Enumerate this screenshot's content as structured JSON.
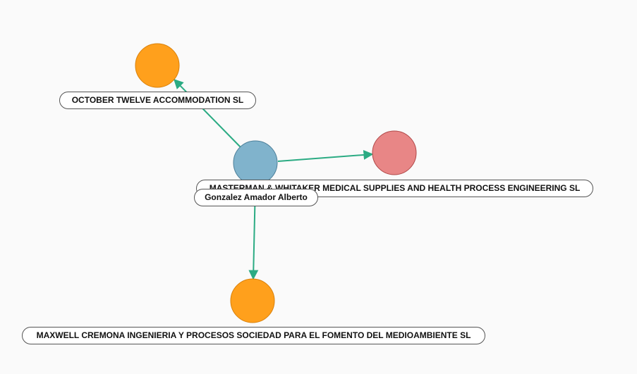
{
  "colors": {
    "edge": "#2bab83",
    "company_orange": "#ffa01c",
    "company_orange_stroke": "#d9800a",
    "company_red": "#e88686",
    "company_red_stroke": "#b04848",
    "person_blue": "#80b3cc",
    "person_blue_stroke": "#4c7f99",
    "background": "#fafafa"
  },
  "nodes": {
    "october": {
      "label": "OCTOBER TWELVE ACCOMMODATION SL",
      "kind": "company"
    },
    "masterman": {
      "label": "MASTERMAN & WHITAKER MEDICAL SUPPLIES AND HEALTH PROCESS ENGINEERING SL",
      "kind": "company"
    },
    "gonzalez": {
      "label": "Gonzalez Amador Alberto",
      "kind": "person"
    },
    "maxwell": {
      "label": "MAXWELL CREMONA INGENIERIA Y PROCESOS SOCIEDAD PARA EL FOMENTO DEL MEDIOAMBIENTE SL",
      "kind": "company"
    }
  },
  "edges": [
    {
      "from": "gonzalez",
      "to": "october"
    },
    {
      "from": "gonzalez",
      "to": "masterman"
    },
    {
      "from": "gonzalez",
      "to": "maxwell"
    }
  ]
}
